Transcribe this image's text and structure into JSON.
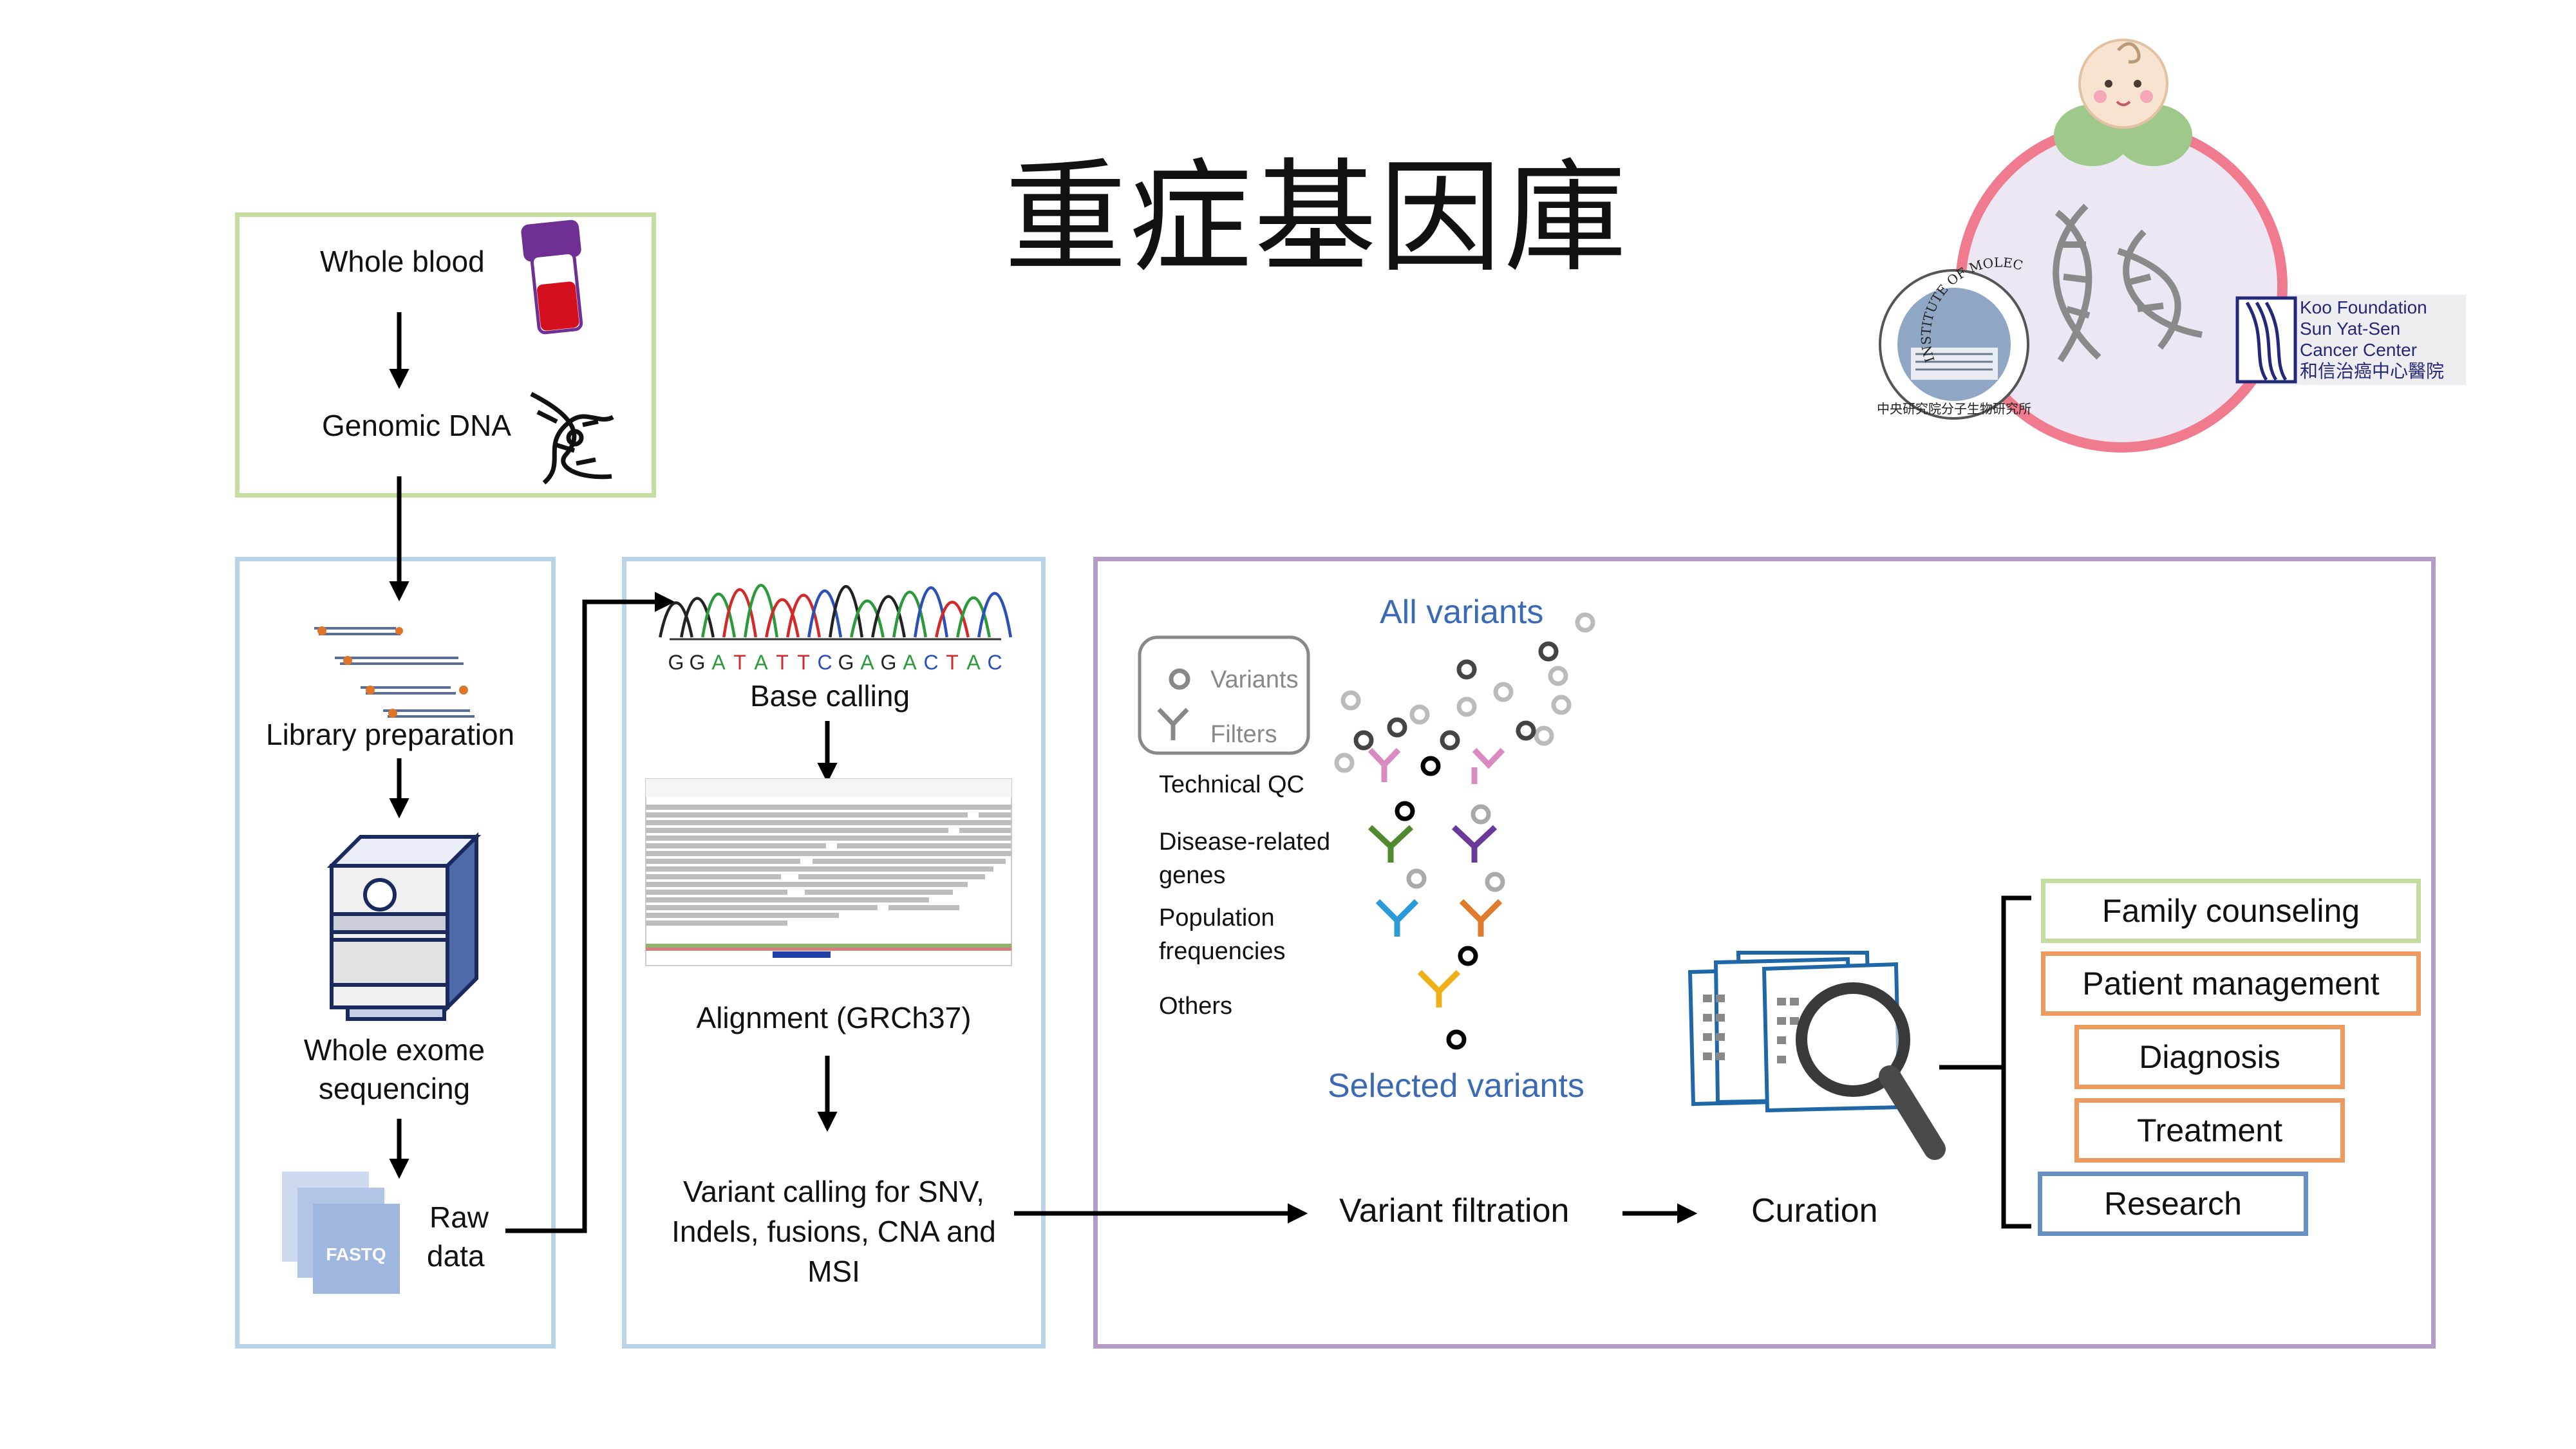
{
  "title": "重症基因庫",
  "colors": {
    "green": "#c5dca0",
    "blue_box": "#b9d3e9",
    "purple_box": "#b49bc8",
    "variant_blue": "#3a6ab3",
    "orange": "#ed9a5f",
    "research_blue": "#6790c2",
    "logo_ring": "#f07b8e"
  },
  "sample": {
    "whole_blood": "Whole blood",
    "genomic_dna": "Genomic DNA"
  },
  "library": {
    "library_preparation": "Library preparation",
    "whole_exome_line1": "Whole exome",
    "whole_exome_line2": "sequencing",
    "fastq_label": "FASTQ",
    "raw_line1": "Raw",
    "raw_line2": "data"
  },
  "processing": {
    "sequence": [
      "G",
      "G",
      "A",
      "T",
      "A",
      "T",
      "T",
      "C",
      "G",
      "A",
      "G",
      "A",
      "C",
      "T",
      "A",
      "C"
    ],
    "base_calling": "Base calling",
    "alignment": "Alignment (GRCh37)",
    "variant_calling_line1": "Variant calling for SNV,",
    "variant_calling_line2": "Indels, fusions, CNA and",
    "variant_calling_line3": "MSI"
  },
  "filtration": {
    "legend_variants": "Variants",
    "legend_filters": "Filters",
    "all_variants": "All variants",
    "selected_variants": "Selected variants",
    "filters": [
      {
        "line1": "Technical QC",
        "line2": ""
      },
      {
        "line1": "Disease-related",
        "line2": "genes"
      },
      {
        "line1": "Population",
        "line2": "frequencies"
      },
      {
        "line1": "Others",
        "line2": ""
      }
    ],
    "variant_filtration": "Variant filtration",
    "curation": "Curation"
  },
  "outcomes": [
    {
      "label": "Family counseling",
      "color": "#c5dca0"
    },
    {
      "label": "Patient management",
      "color": "#ed9a5f"
    },
    {
      "label": "Diagnosis",
      "color": "#ed9a5f"
    },
    {
      "label": "Treatment",
      "color": "#ed9a5f"
    },
    {
      "label": "Research",
      "color": "#6790c2"
    }
  ],
  "logos": {
    "imb_arc_text": "INSTITUTE OF MOLECULAR BIOLOGY",
    "imb_bottom_text": "中央研究院分子生物研究所",
    "koo_line1": "Koo Foundation",
    "koo_line2": "Sun Yat-Sen",
    "koo_line3": "Cancer Center",
    "koo_line4": "和信治癌中心醫院"
  }
}
